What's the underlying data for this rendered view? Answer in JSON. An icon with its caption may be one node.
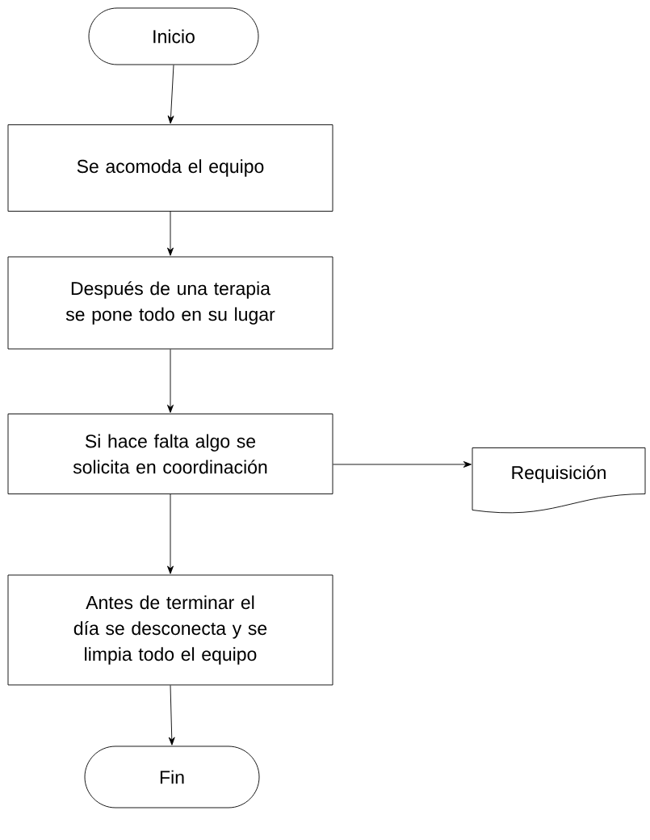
{
  "diagram": {
    "nodes": [
      {
        "text": [
          "Inicio"
        ]
      },
      {
        "text": [
          "Se acomoda el equipo"
        ]
      },
      {
        "text": [
          "Después de una terapia se pone todo en su lugar"
        ]
      },
      {
        "text": [
          "Si hace falta algo se solicita en coordinación"
        ]
      },
      {
        "text": [
          "Requisición"
        ]
      },
      {
        "text": [
          "Antes de terminar el día se desconecta y se limpia todo el equipo"
        ]
      },
      {
        "text": [
          "Fin"
        ]
      }
    ],
    "edges": [
      {
        "from": 0,
        "to": 1,
        "arrow": "to"
      },
      {
        "from": 1,
        "to": 2,
        "arrow": "to"
      },
      {
        "from": 2,
        "to": 3,
        "arrow": "to"
      },
      {
        "from": 3,
        "to": 4,
        "arrow": "to"
      },
      {
        "from": 3,
        "to": 5,
        "arrow": "to"
      },
      {
        "from": 5,
        "to": 6,
        "arrow": "to"
      }
    ]
  }
}
